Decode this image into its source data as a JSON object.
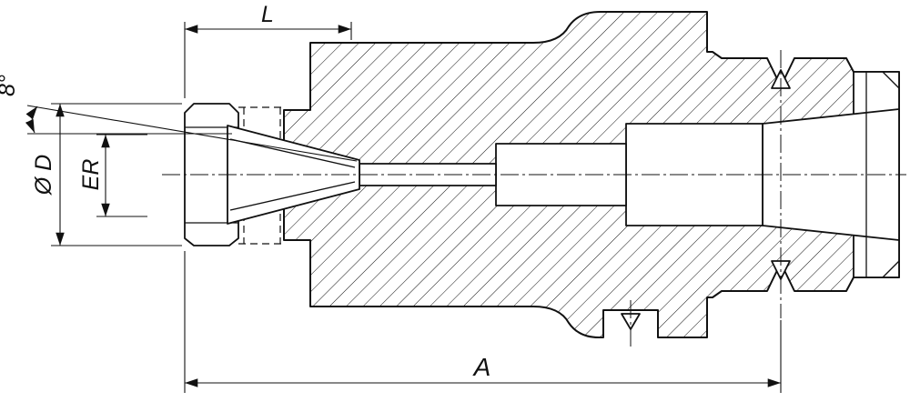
{
  "drawing": {
    "type": "technical-cross-section",
    "labels": {
      "projection_length": "L",
      "overall_length": "A",
      "taper_angle": "8°",
      "diameter": "Ø D",
      "collet_size": "ER"
    },
    "colors": {
      "line": "#111111",
      "background": "#ffffff"
    }
  }
}
